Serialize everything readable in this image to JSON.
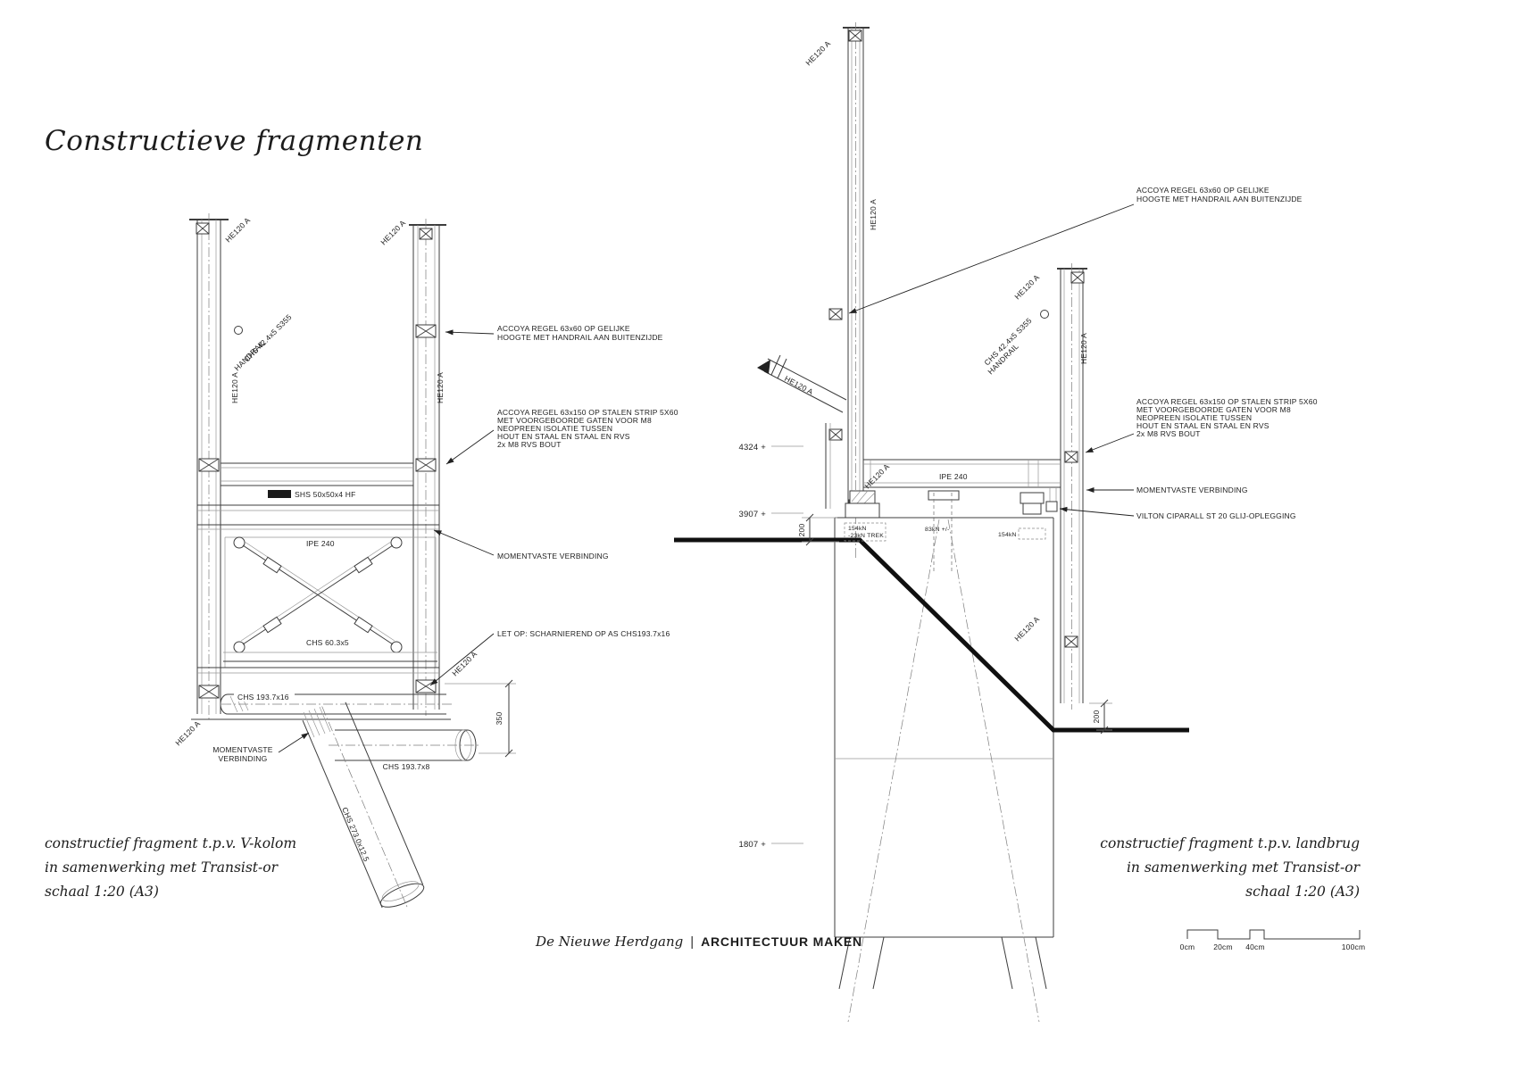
{
  "page": {
    "title": "Constructieve fragmenten",
    "footer": {
      "project": "De Nieuwe Herdgang",
      "divider": "|",
      "studio": "ARCHITECTUUR MAKEN"
    },
    "scalebar": [
      "0cm",
      "20cm",
      "40cm",
      "100cm"
    ]
  },
  "left": {
    "caption": [
      "constructief fragment t.p.v. V-kolom",
      "in samenwerking met Transist-or",
      "schaal 1:20 (A3)"
    ],
    "labels": {
      "he_top_left": "HE120 A",
      "he_top_right": "HE120 A",
      "handrail_chs": "CHS 42.4x5 S355",
      "handrail_word": "HANDRAIL",
      "he_side_left": "HE120 A",
      "he_side_right": "HE120 A",
      "shs": "SHS 50x50x4 HF",
      "ipe": "IPE 240",
      "chs60": "CHS 60.3x5",
      "chs193_16": "CHS 193.7x16",
      "he_bot_right": "HE120 A",
      "he_bot_left": "HE120 A",
      "moment_l1": "MOMENTVASTE",
      "moment_l2": "VERBINDING",
      "chs193_8": "CHS 193.7x8",
      "chs273": "CHS 273.0x12.5",
      "dim350": "350"
    },
    "ann": {
      "accoya60": [
        "ACCOYA REGEL 63x60 OP GELIJKE",
        "HOOGTE MET HANDRAIL AAN BUITENZIJDE"
      ],
      "accoya150": [
        "ACCOYA REGEL 63x150 OP STALEN STRIP 5X60",
        " MET VOORGEBOORDE GATEN VOOR M8",
        "NEOPREEN ISOLATIE TUSSEN",
        "HOUT EN STAAL EN STAAL EN RVS",
        "2x M8 RVS BOUT"
      ],
      "moment": "MOMENTVASTE VERBINDING",
      "scharnier": "LET OP: SCHARNIEREND OP AS CHS193.7x16"
    }
  },
  "right": {
    "caption": [
      "constructief fragment t.p.v. landbrug",
      "in samenwerking met Transist-or",
      "schaal 1:20 (A3)"
    ],
    "labels": {
      "he_top": "HE120 A",
      "he_col": "HE120 A",
      "he_diag": "HE120 A",
      "he_post_top": "HE120 A",
      "handrail_chs": "CHS 42.4x5 S355",
      "handrail_word": "HANDRAIL",
      "he_post_side": "HE120 A",
      "he_deck": "HE120 A",
      "ipe": "IPE 240",
      "he_post_bot": "HE120 A",
      "dim200_left": "200",
      "dim200_right": "200"
    },
    "elevations": [
      "4324 +",
      "3907 +",
      "1807 +"
    ],
    "forces": {
      "left1": "154kN",
      "left2": "-23kN TREK",
      "mid": "83kN +/-",
      "right": "154kN"
    },
    "ann": {
      "accoya60": [
        "ACCOYA REGEL 63x60 OP GELIJKE",
        "HOOGTE MET HANDRAIL AAN BUITENZIJDE"
      ],
      "accoya150": [
        "ACCOYA REGEL 63x150 OP STALEN STRIP 5X60",
        " MET VOORGEBOORDE GATEN VOOR M8",
        "NEOPREEN ISOLATIE TUSSEN",
        "HOUT EN STAAL EN STAAL EN RVS",
        "2x M8 RVS BOUT"
      ],
      "moment": "MOMENTVASTE VERBINDING",
      "vilton": "VILTON CIPARALL ST 20 GLIJ-OPLEGGING"
    }
  }
}
